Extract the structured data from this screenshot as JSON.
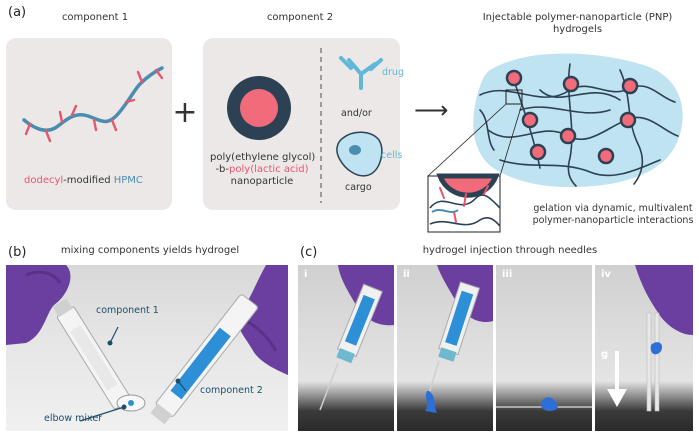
{
  "panel_a": {
    "tag": "(a)",
    "component1": {
      "title": "component 1",
      "label_part1": "dodecyl",
      "label_part2": "-modified ",
      "label_part3": "HPMC"
    },
    "plus": "+",
    "component2": {
      "title": "component 2",
      "np_line1": "poly(ethylene glycol)",
      "np_line2_prefix": "-b-",
      "np_line2_colored": "poly(lactic acid)",
      "np_line3": "nanoparticle",
      "drug": "drug",
      "andor": "and/or",
      "cells": "cells",
      "cargo": "cargo"
    },
    "arrow": "⟶",
    "result": {
      "title_line1": "Injectable polymer-nanoparticle (PNP)",
      "title_line2": "hydrogels",
      "caption_line1": "gelation via dynamic, multivalent",
      "caption_line2": "polymer-nanoparticle interactions"
    },
    "colors": {
      "dodecyl": "#e8566c",
      "hpmc": "#4a8db0",
      "np_core": "#f26b7a",
      "np_shell": "#2c4254",
      "cyan": "#5fb8d8",
      "gel": "#bfe3f0"
    }
  },
  "panel_b": {
    "tag": "(b)",
    "title": "mixing components yields hydrogel",
    "label_c1": "component 1",
    "label_c2": "component 2",
    "label_mixer": "elbow mixer"
  },
  "panel_c": {
    "tag": "(c)",
    "title": "hydrogel injection through needles",
    "subpanels": [
      "i",
      "ii",
      "iii",
      "iv"
    ],
    "gravity": "g"
  }
}
